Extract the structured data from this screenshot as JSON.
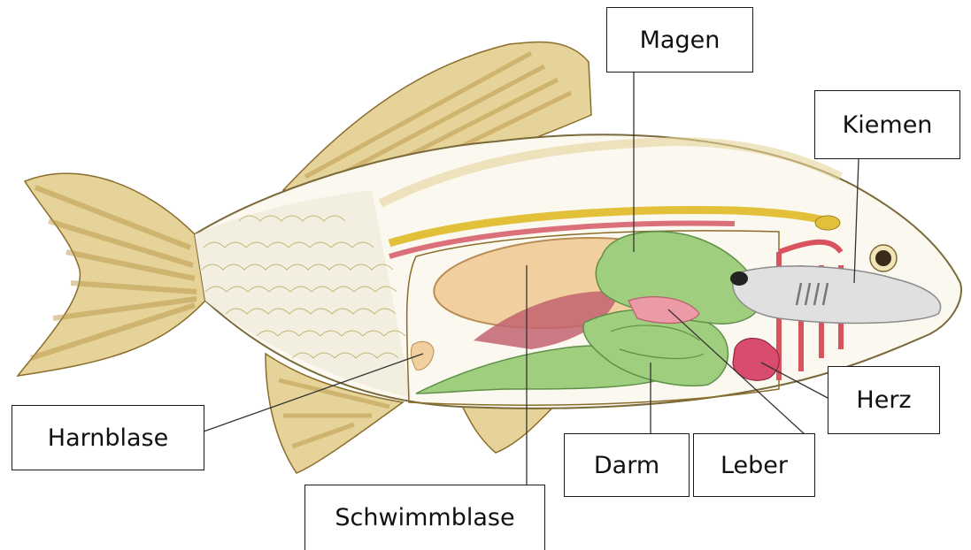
{
  "labels": {
    "magen": "Magen",
    "kiemen": "Kiemen",
    "herz": "Herz",
    "harnblase": "Harnblase",
    "darm": "Darm",
    "leber": "Leber",
    "schwimmblase": "Schwimmblase"
  },
  "colors": {
    "fin": "#e6d39a",
    "fin_stripe": "#b38f3c",
    "scales": "#f3efe0",
    "body_cavity": "#fbf8ef",
    "spine": "#e2c03a",
    "kidney": "#d9707a",
    "swim_bladder": "#f2cf9f",
    "gut": "#9fcf7e",
    "liver": "#ec9aa5",
    "heart": "#d94c6d",
    "gill": "#e0e0e0",
    "gill_arch": "#d9535e"
  }
}
